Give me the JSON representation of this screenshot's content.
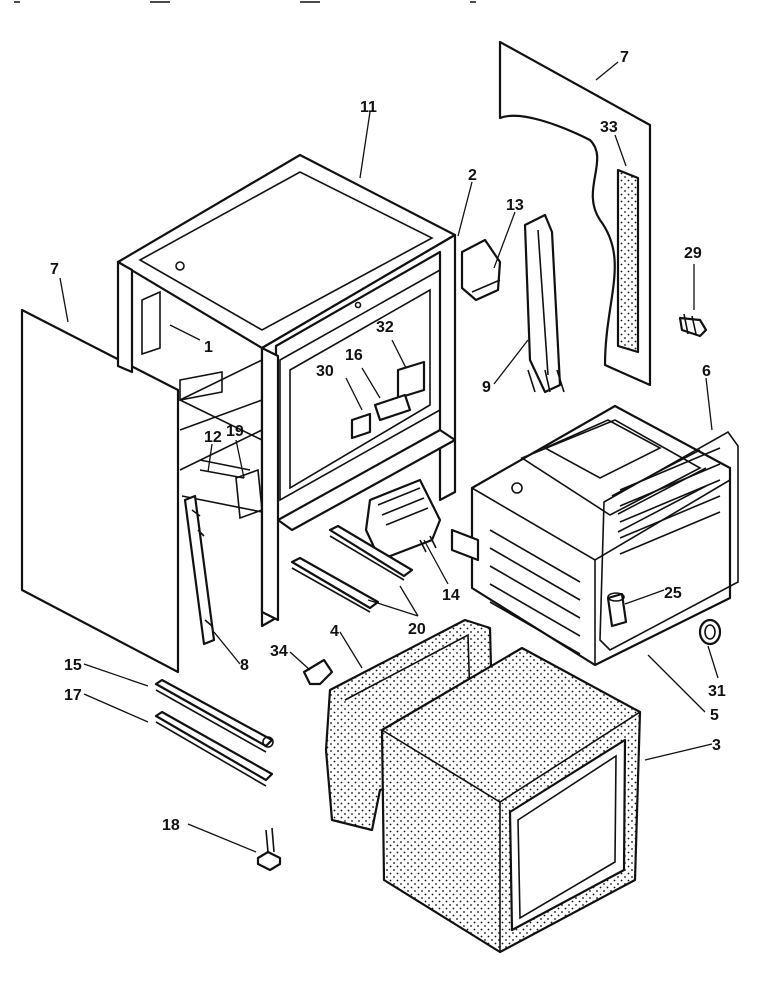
{
  "diagram": {
    "callouts": [
      {
        "id": "c1",
        "text": "1"
      },
      {
        "id": "c2",
        "text": "2"
      },
      {
        "id": "c3",
        "text": "3"
      },
      {
        "id": "c4",
        "text": "4"
      },
      {
        "id": "c5",
        "text": "5"
      },
      {
        "id": "c6",
        "text": "6"
      },
      {
        "id": "c7a",
        "text": "7"
      },
      {
        "id": "c7b",
        "text": "7"
      },
      {
        "id": "c8",
        "text": "8"
      },
      {
        "id": "c9",
        "text": "9"
      },
      {
        "id": "c11",
        "text": "11"
      },
      {
        "id": "c12",
        "text": "12"
      },
      {
        "id": "c13",
        "text": "13"
      },
      {
        "id": "c14",
        "text": "14"
      },
      {
        "id": "c15",
        "text": "15"
      },
      {
        "id": "c16",
        "text": "16"
      },
      {
        "id": "c17",
        "text": "17"
      },
      {
        "id": "c18",
        "text": "18"
      },
      {
        "id": "c19",
        "text": "19"
      },
      {
        "id": "c20",
        "text": "20"
      },
      {
        "id": "c25",
        "text": "25"
      },
      {
        "id": "c29",
        "text": "29"
      },
      {
        "id": "c30",
        "text": "30"
      },
      {
        "id": "c31",
        "text": "31"
      },
      {
        "id": "c32",
        "text": "32"
      },
      {
        "id": "c33",
        "text": "33"
      },
      {
        "id": "c34",
        "text": "34"
      }
    ]
  }
}
